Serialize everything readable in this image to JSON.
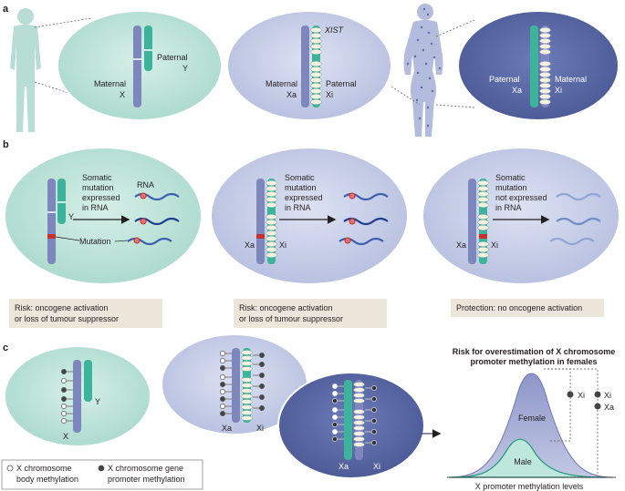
{
  "panels": {
    "a": {
      "label": "a",
      "cell1": {
        "maternal": [
          "Maternal",
          "X"
        ],
        "paternal": [
          "Paternal",
          "Y"
        ]
      },
      "cell2": {
        "xist": "XIST",
        "maternal": [
          "Maternal",
          "Xa"
        ],
        "paternal": [
          "Paternal",
          "Xi"
        ]
      },
      "cell3": {
        "paternal": [
          "Paternal",
          "Xa"
        ],
        "maternal": [
          "Maternal",
          "Xi"
        ]
      }
    },
    "b": {
      "label": "b",
      "cell1": {
        "text": [
          "Somatic",
          "mutation",
          "expressed",
          "in RNA"
        ],
        "rna": "RNA",
        "mutation": "Mutation",
        "chrom": "Y"
      },
      "cell2": {
        "text": [
          "Somatic",
          "mutation",
          "expressed",
          "in RNA"
        ],
        "xa": "Xa",
        "xi": "Xi"
      },
      "cell3": {
        "text": [
          "Somatic",
          "mutation",
          "not expressed",
          "in RNA"
        ],
        "xa": "Xa",
        "xi": "Xi"
      },
      "risk1": [
        "Risk: oncogene activation",
        "or loss of tumour suppressor"
      ],
      "risk2": [
        "Risk: oncogene activation",
        "or loss of tumour suppressor"
      ],
      "protection": "Protection: no oncogene activation"
    },
    "c": {
      "label": "c",
      "cell1": {
        "x": "X",
        "y": "Y"
      },
      "cell2": {
        "xa": "Xa",
        "xi": "Xi"
      },
      "cell3": {
        "xa": "Xa",
        "xi": "Xi"
      },
      "legend": {
        "body": [
          "X chromosome",
          "body methylation"
        ],
        "promoter": [
          "X chromosome gene",
          "promoter methylation"
        ]
      },
      "graph": {
        "title": [
          "Risk for overestimation of X chromosome",
          "promoter methylation in females"
        ],
        "female": "Female",
        "male": "Male",
        "xi": "Xi",
        "xa": "Xa",
        "xaxis": "X promoter methylation levels"
      }
    }
  },
  "colors": {
    "green_cell": "#c4e6dc",
    "light_blue_cell": "#cdd3ea",
    "dark_blue_cell": "#5b6aa8",
    "chrom_blue": "#7d86bd",
    "chrom_green": "#3cb39b",
    "figure_green": "#b8ddd5",
    "figure_blue": "#b3bcdd",
    "risk_box": "#ece5d9",
    "mutation": "#c9302c"
  }
}
